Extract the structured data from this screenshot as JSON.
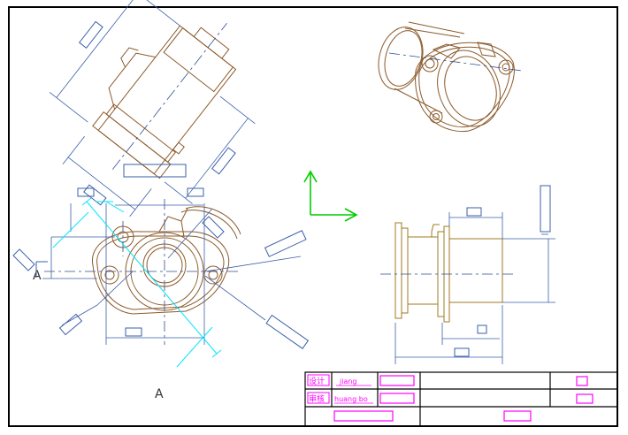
{
  "drawing": {
    "view_label": "A",
    "section_mark": "A",
    "title_block": {
      "row1_label": "设计",
      "row1_name": "jiang",
      "row2_label": "审核",
      "row2_name": "huang bo"
    }
  },
  "colors": {
    "frame": "#000000",
    "part_outline": "#8b5a2b",
    "dimension": "#3a5fa8",
    "centerline": "#2f4f8f",
    "section_line": "#00e5ff",
    "text_box": "#ff00ff",
    "axis_y": "#00cc00",
    "axis_x": "#00cc00",
    "part_side": "#a07a20"
  }
}
